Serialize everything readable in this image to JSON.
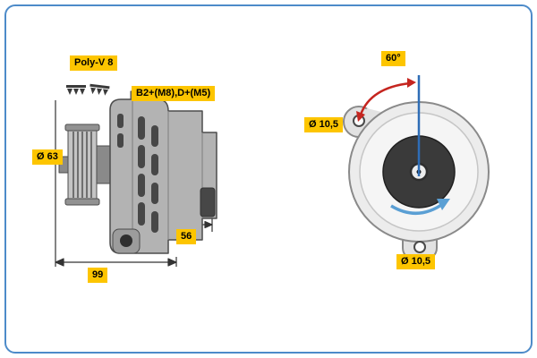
{
  "colors": {
    "frame": "#4d8bc9",
    "label_background": "#fdc500",
    "label_text": "#000000",
    "angle_arrow_red": "#c5251f",
    "centerline_blue": "#2e6db6",
    "rotation_arrow_blue": "#5a9fd4",
    "body_gray": "#b3b3b3",
    "dark_detail": "#3a3a3a"
  },
  "side_view": {
    "belt_type": "Poly-V 8",
    "terminals": "B2+(M8),D+(M5)",
    "pulley_diameter": "Ø 63",
    "dim_56": "56",
    "dim_99": "99"
  },
  "front_view": {
    "mounting_angle": "60°",
    "top_hole_diameter": "Ø 10,5",
    "bottom_hole_diameter": "Ø 10,5"
  }
}
